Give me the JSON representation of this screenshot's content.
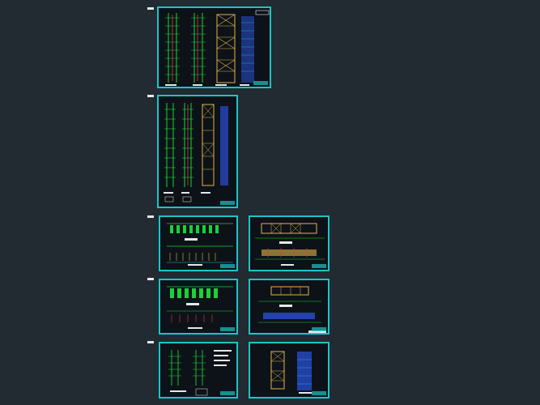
{
  "viewer": {
    "background": "#222a32",
    "frame_color": "#19c6c6",
    "line_colors": {
      "primary": "#19d13a",
      "secondary": "#d83b3b",
      "accent": "#e0b34a",
      "fill": "#2a4fd6",
      "text": "#e6e6e6"
    }
  },
  "sheets": [
    {
      "id": "sheet-1",
      "kind": "elevations"
    },
    {
      "id": "sheet-2",
      "kind": "elevations"
    },
    {
      "id": "sheet-3",
      "kind": "sections"
    },
    {
      "id": "sheet-4",
      "kind": "plan"
    },
    {
      "id": "sheet-5",
      "kind": "sections"
    },
    {
      "id": "sheet-6",
      "kind": "plan"
    },
    {
      "id": "sheet-7",
      "kind": "details"
    },
    {
      "id": "sheet-8",
      "kind": "plan"
    }
  ]
}
